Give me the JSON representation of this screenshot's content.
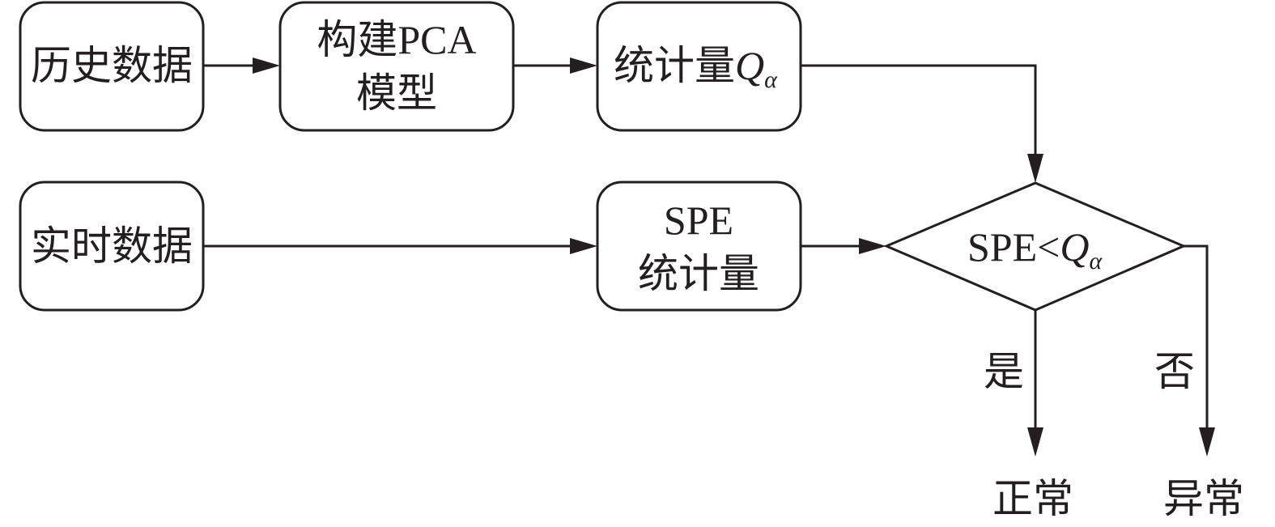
{
  "nodes": {
    "history_data": "历史数据",
    "build_pca_line1": "构建PCA",
    "build_pca_line2": "模型",
    "statistic_q_prefix": "统计量",
    "q_symbol": "Q",
    "alpha_symbol": "α",
    "realtime_data": "实时数据",
    "spe_line1": "SPE",
    "spe_line2": "统计量",
    "decision_prefix": "SPE<"
  },
  "branches": {
    "yes_label": "是",
    "no_label": "否"
  },
  "outcomes": {
    "normal": "正常",
    "abnormal": "异常"
  },
  "colors": {
    "stroke": "#231f20",
    "background": "#ffffff"
  }
}
